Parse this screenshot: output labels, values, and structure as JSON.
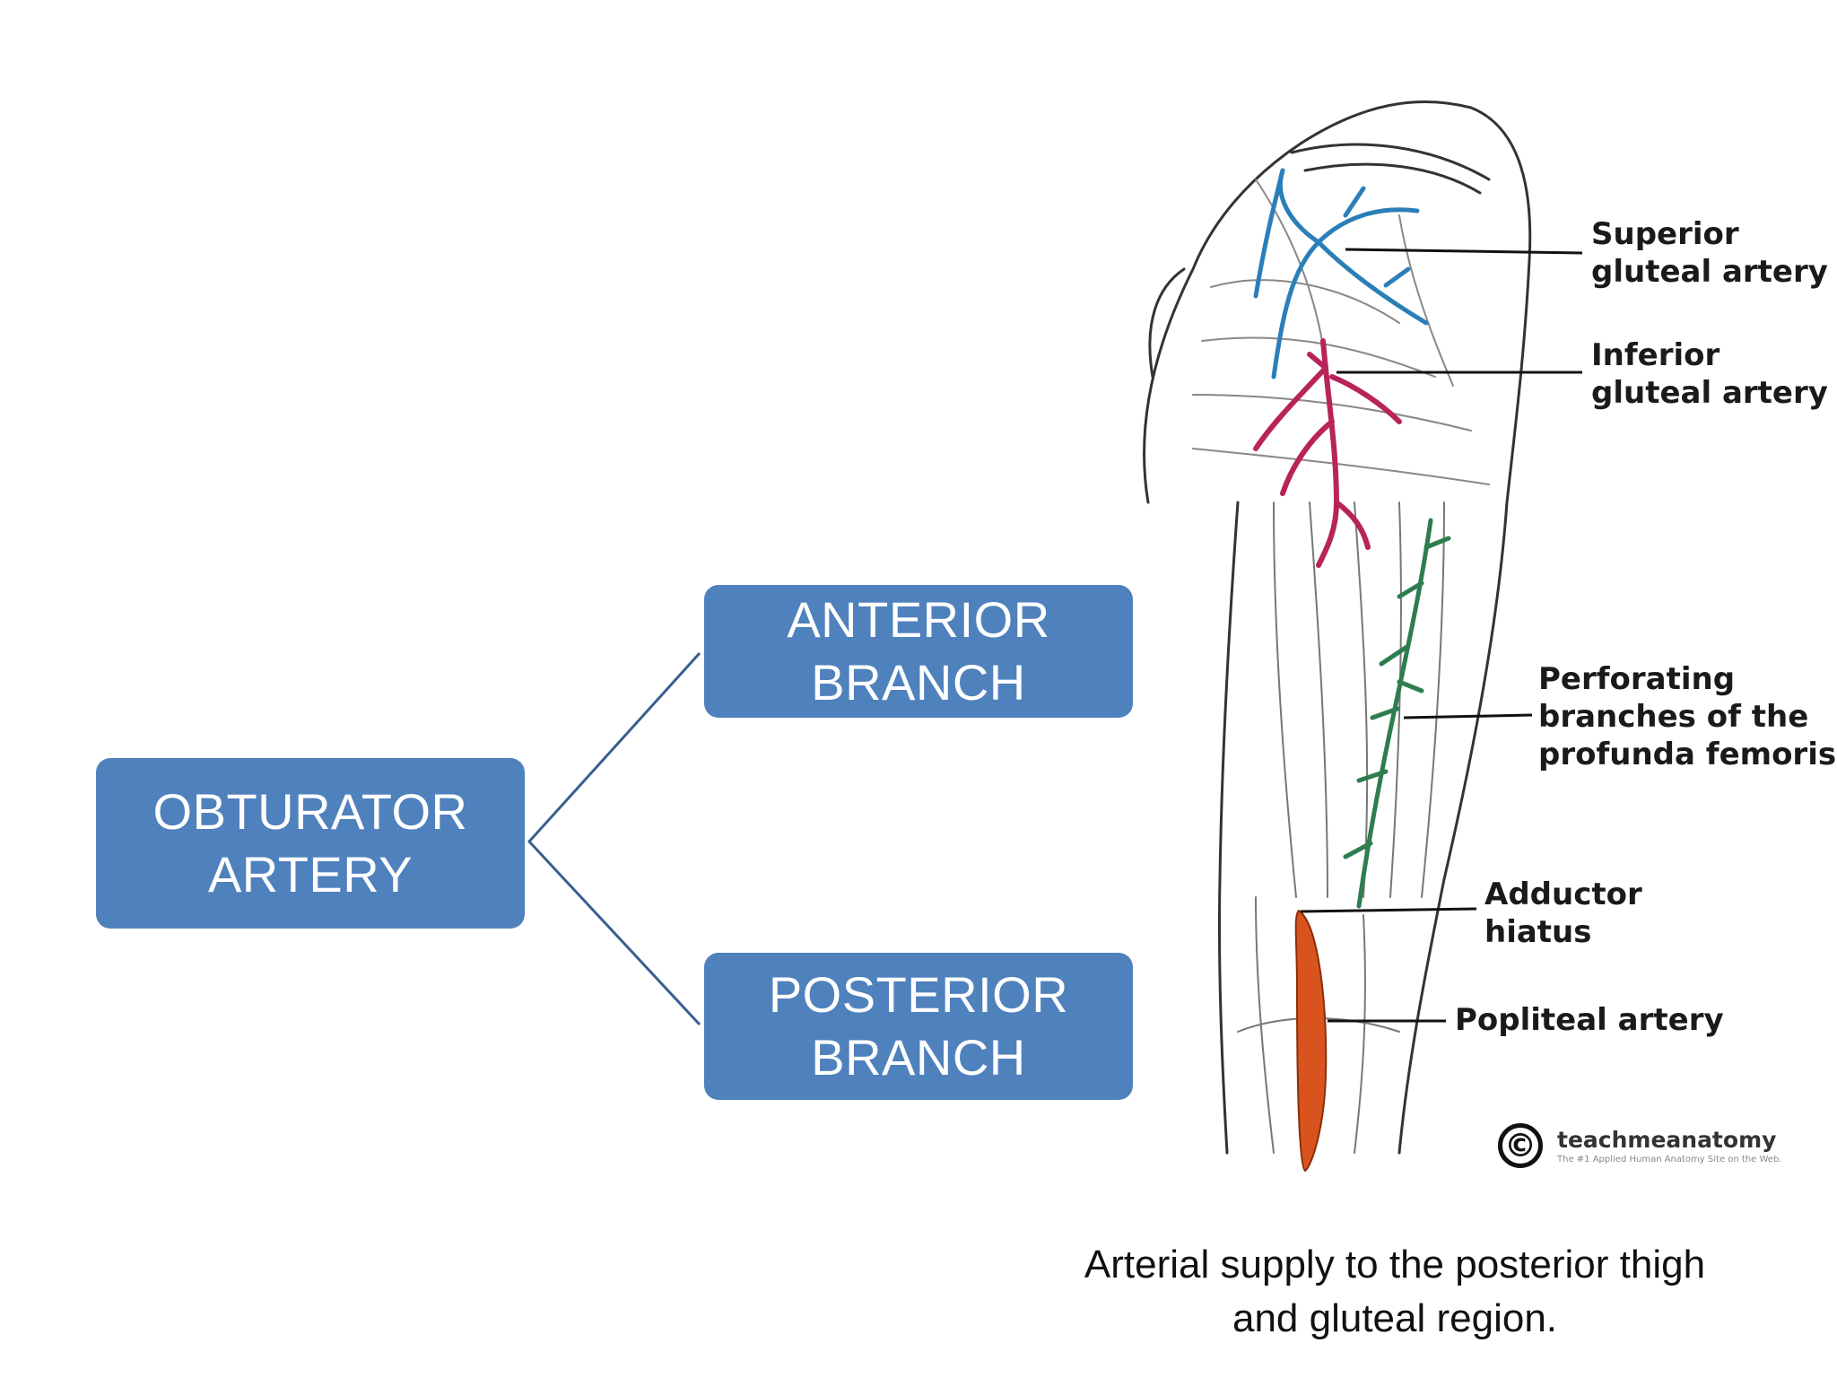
{
  "tree": {
    "root": {
      "line1": "OBTURATOR",
      "line2": "ARTERY"
    },
    "anterior": {
      "line1": "ANTERIOR",
      "line2": "BRANCH"
    },
    "posterior": {
      "line1": "POSTERIOR",
      "line2": "BRANCH"
    },
    "box_color": "#4f81bd",
    "connector_color": "#3a5f8f"
  },
  "illustration": {
    "labels": {
      "superior": [
        "Superior",
        "gluteal artery"
      ],
      "inferior": [
        "Inferior",
        "gluteal artery"
      ],
      "perforating": [
        "Perforating",
        "branches of the",
        "profunda femoris"
      ],
      "adductor": [
        "Adductor",
        "hiatus"
      ],
      "popliteal": [
        "Popliteal artery"
      ]
    },
    "artery_colors": {
      "superior_gluteal": "#2b7fb8",
      "inferior_gluteal": "#b8245a",
      "perforating": "#2e7d4f",
      "popliteal": "#d9531e"
    },
    "brand": {
      "name": "teachmeanatomy",
      "tagline": "The #1 Applied Human Anatomy Site on the Web."
    }
  },
  "caption": {
    "line1": "Arterial supply to the posterior thigh",
    "line2": "and gluteal region."
  }
}
